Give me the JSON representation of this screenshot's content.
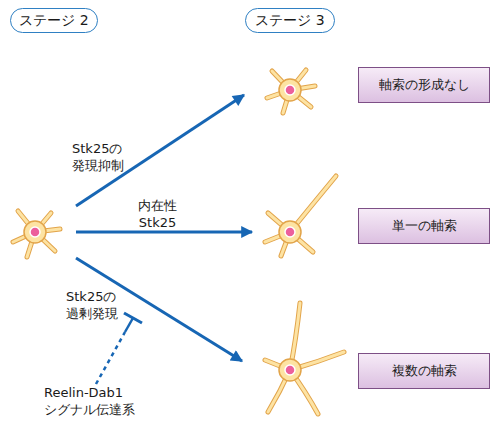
{
  "diagram": {
    "nodes": [
      {
        "text": [
          "ステージ 2"
        ]
      },
      {
        "text": [
          "ステージ 3"
        ]
      },
      {
        "text": [
          "軸索の形成なし"
        ]
      },
      {
        "text": [
          "単一の軸索"
        ]
      },
      {
        "text": [
          "複数の軸索"
        ]
      }
    ],
    "labels": [
      "Stk25の 発現抑制",
      "内在性 Stk25",
      "Stk25の 過剰発現",
      "Reelin-Dab1 シグナル伝達系"
    ]
  }
}
